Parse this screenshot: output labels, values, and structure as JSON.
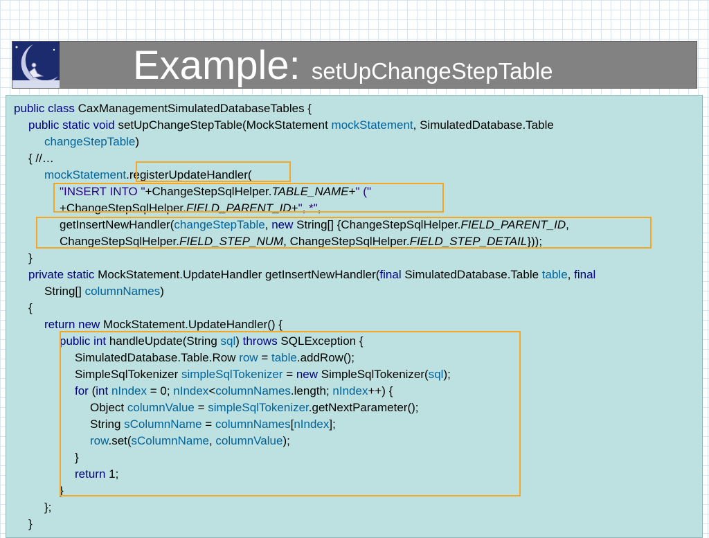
{
  "slide": {
    "title_main": "Example: ",
    "title_sub": "setUpChangeStepTable"
  },
  "code": {
    "l1": {
      "a": "public class",
      "b": " CaxManagementSimulatedDatabaseTables {"
    },
    "l2": {
      "a": "public static void",
      "b": " setUpChangeStepTable(MockStatement ",
      "c": "mockStatement",
      "d": ", SimulatedDatabase.Table"
    },
    "l3": {
      "a": "changeStepTable",
      "b": ")"
    },
    "l4": {
      "a": "{   //…"
    },
    "l5": {
      "a": "mockStatement",
      "b": ".registerUpdateHandler("
    },
    "l6": {
      "a": "\"INSERT INTO \"",
      "b": "+ChangeStepSqlHelper.",
      "c": "TABLE_NAME",
      "d": "+",
      "e": "\" (\""
    },
    "l7": {
      "a": "+ChangeStepSqlHelper.",
      "b": "FIELD_PARENT_ID",
      "c": "+",
      "d": "\", *\"",
      "e": ","
    },
    "l8": {
      "a": "getInsertNewHandler(",
      "b": "changeStepTable",
      "c": ", ",
      "d": "new",
      "e": " String[] {ChangeStepSqlHelper.",
      "f": "FIELD_PARENT_ID",
      "g": ","
    },
    "l9": {
      "a": "ChangeStepSqlHelper.",
      "b": "FIELD_STEP_NUM",
      "c": ", ChangeStepSqlHelper.",
      "d": "FIELD_STEP_DETAIL",
      "e": "}));"
    },
    "l10": {
      "a": "}"
    },
    "l11": {
      "a": "private static",
      "b": " MockStatement.UpdateHandler getInsertNewHandler(",
      "c": "final",
      "d": " SimulatedDatabase.Table ",
      "e": "table",
      "f": ", ",
      "g": "final"
    },
    "l12": {
      "a": "String[] ",
      "b": "columnNames",
      "c": ")"
    },
    "l13": {
      "a": "{"
    },
    "l14": {
      "a": "return new",
      "b": " MockStatement.UpdateHandler() {"
    },
    "l15": {
      "a": "public int",
      "b": " handleUpdate(String ",
      "c": "sql",
      "d": ") ",
      "e": "throws",
      "f": " SQLException {"
    },
    "l16": {
      "a": "SimulatedDatabase.Table.Row ",
      "b": "row",
      "c": " = ",
      "d": "table",
      "e": ".addRow();"
    },
    "l17": {
      "a": "SimpleSqlTokenizer ",
      "b": "simpleSqlTokenizer",
      "c": " = ",
      "d": "new",
      "e": " SimpleSqlTokenizer(",
      "f": "sql",
      "g": ");"
    },
    "l18": {
      "a": "for",
      "b": " (",
      "c": "int",
      "d": " ",
      "e": "nIndex",
      "f": " = 0; ",
      "g": "nIndex",
      "h": "<",
      "i": "columnNames",
      "j": ".length; ",
      "k": "nIndex",
      "l": "++) {"
    },
    "l19": {
      "a": "Object ",
      "b": "columnValue",
      "c": " = ",
      "d": "simpleSqlTokenizer",
      "e": ".getNextParameter();"
    },
    "l20": {
      "a": "String ",
      "b": "sColumnName",
      "c": " = ",
      "d": "columnNames",
      "e": "[",
      "f": "nIndex",
      "g": "];"
    },
    "l21": {
      "a": "row",
      "b": ".set(",
      "c": "sColumnName",
      "d": ", ",
      "e": "columnValue",
      "f": ");"
    },
    "l22": {
      "a": "}"
    },
    "l23": {
      "a": "return",
      "b": " 1;"
    },
    "l24": {
      "a": "}"
    },
    "l25": {
      "a": "};"
    },
    "l26": {
      "a": "}"
    }
  },
  "colors": {
    "keyword": "#000080",
    "identifier": "#00639a",
    "highlight": "#f5a623",
    "code_bg": "#bde0e0",
    "title_bg": "#828282"
  }
}
